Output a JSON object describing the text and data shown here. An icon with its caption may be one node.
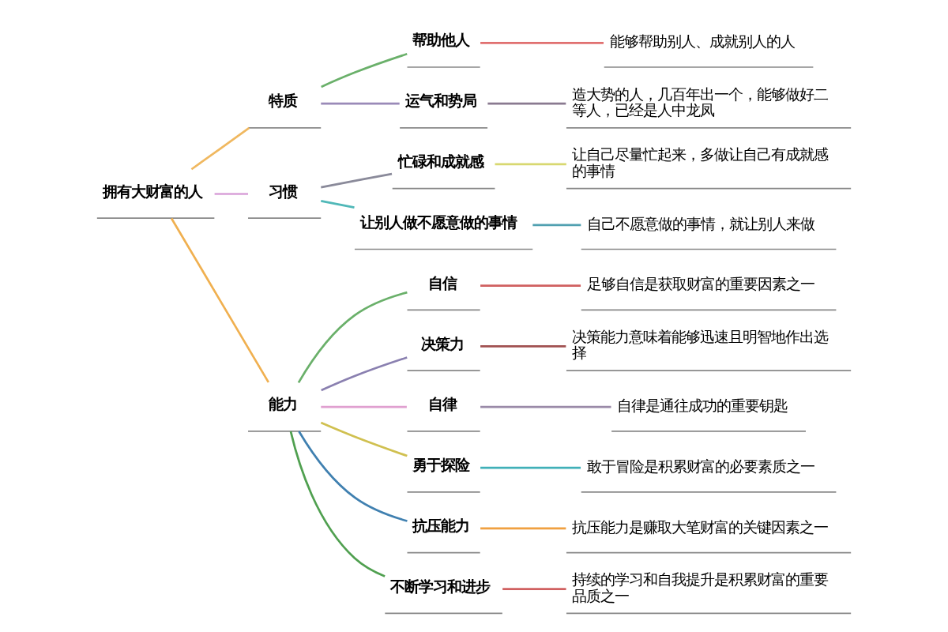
{
  "diagram": {
    "nodes": [
      {
        "text": [
          "拥有大财富的人"
        ]
      },
      {
        "text": [
          "特质"
        ]
      },
      {
        "text": [
          "帮助他人"
        ]
      },
      {
        "text": [
          "能够帮助别人、成就别人的人"
        ]
      },
      {
        "text": [
          "运气和势局"
        ]
      },
      {
        "text": [
          "造大势的人，几百年出一个，能够做好二等人，已经是人中龙凤"
        ]
      },
      {
        "text": [
          "习惯"
        ]
      },
      {
        "text": [
          "忙碌和成就感"
        ]
      },
      {
        "text": [
          "让自己尽量忙起来，多做让自己有成就感的事情"
        ]
      },
      {
        "text": [
          "让别人做不愿意做的事情"
        ]
      },
      {
        "text": [
          "自己不愿意做的事情，就让别人来做"
        ]
      },
      {
        "text": [
          "能力"
        ]
      },
      {
        "text": [
          "自信"
        ]
      },
      {
        "text": [
          "足够自信是获取财富的重要因素之一"
        ]
      },
      {
        "text": [
          "决策力"
        ]
      },
      {
        "text": [
          "决策能力意味着能够迅速且明智地作出选择"
        ]
      },
      {
        "text": [
          "自律"
        ]
      },
      {
        "text": [
          "自律是通往成功的重要钥匙"
        ]
      },
      {
        "text": [
          "勇于探险"
        ]
      },
      {
        "text": [
          "敢于冒险是积累财富的必要素质之一"
        ]
      },
      {
        "text": [
          "抗压能力"
        ]
      },
      {
        "text": [
          "抗压能力是赚取大笔财富的关键因素之一"
        ]
      },
      {
        "text": [
          "不断学习和进步"
        ]
      },
      {
        "text": [
          "持续的学习和自我提升是积累财富的重要品质之一"
        ]
      }
    ],
    "edges": [
      {
        "from": 0,
        "to": 1,
        "arrow": "none",
        "color": "#f0b860"
      },
      {
        "from": 1,
        "to": 2,
        "arrow": "none",
        "color": "#6ab06a"
      },
      {
        "from": 2,
        "to": 3,
        "arrow": "none",
        "color": "#e07070"
      },
      {
        "from": 1,
        "to": 4,
        "arrow": "none",
        "color": "#9a8ab8"
      },
      {
        "from": 4,
        "to": 5,
        "arrow": "none",
        "color": "#8a7a90"
      },
      {
        "from": 0,
        "to": 6,
        "arrow": "none",
        "color": "#d8a0d8"
      },
      {
        "from": 6,
        "to": 7,
        "arrow": "none",
        "color": "#8a8a9a"
      },
      {
        "from": 7,
        "to": 8,
        "arrow": "none",
        "color": "#d8d870"
      },
      {
        "from": 6,
        "to": 9,
        "arrow": "none",
        "color": "#50b8b8"
      },
      {
        "from": 9,
        "to": 10,
        "arrow": "none",
        "color": "#50a0b0"
      },
      {
        "from": 0,
        "to": 11,
        "arrow": "none",
        "color": "#f0b050"
      },
      {
        "from": 11,
        "to": 12,
        "arrow": "none",
        "color": "#6ab06a"
      },
      {
        "from": 12,
        "to": 13,
        "arrow": "none",
        "color": "#d06060"
      },
      {
        "from": 11,
        "to": 14,
        "arrow": "none",
        "color": "#8a80b0"
      },
      {
        "from": 14,
        "to": 15,
        "arrow": "none",
        "color": "#a05050"
      },
      {
        "from": 11,
        "to": 16,
        "arrow": "none",
        "color": "#e0a0d0"
      },
      {
        "from": 16,
        "to": 17,
        "arrow": "none",
        "color": "#9a8aa8"
      },
      {
        "from": 11,
        "to": 18,
        "arrow": "none",
        "color": "#d0c050"
      },
      {
        "from": 18,
        "to": 19,
        "arrow": "none",
        "color": "#40b0b8"
      },
      {
        "from": 11,
        "to": 20,
        "arrow": "none",
        "color": "#4080b0"
      },
      {
        "from": 20,
        "to": 21,
        "arrow": "none",
        "color": "#f0a040"
      },
      {
        "from": 11,
        "to": 22,
        "arrow": "none",
        "color": "#50a050"
      },
      {
        "from": 22,
        "to": 23,
        "arrow": "none",
        "color": "#d06060"
      }
    ]
  }
}
